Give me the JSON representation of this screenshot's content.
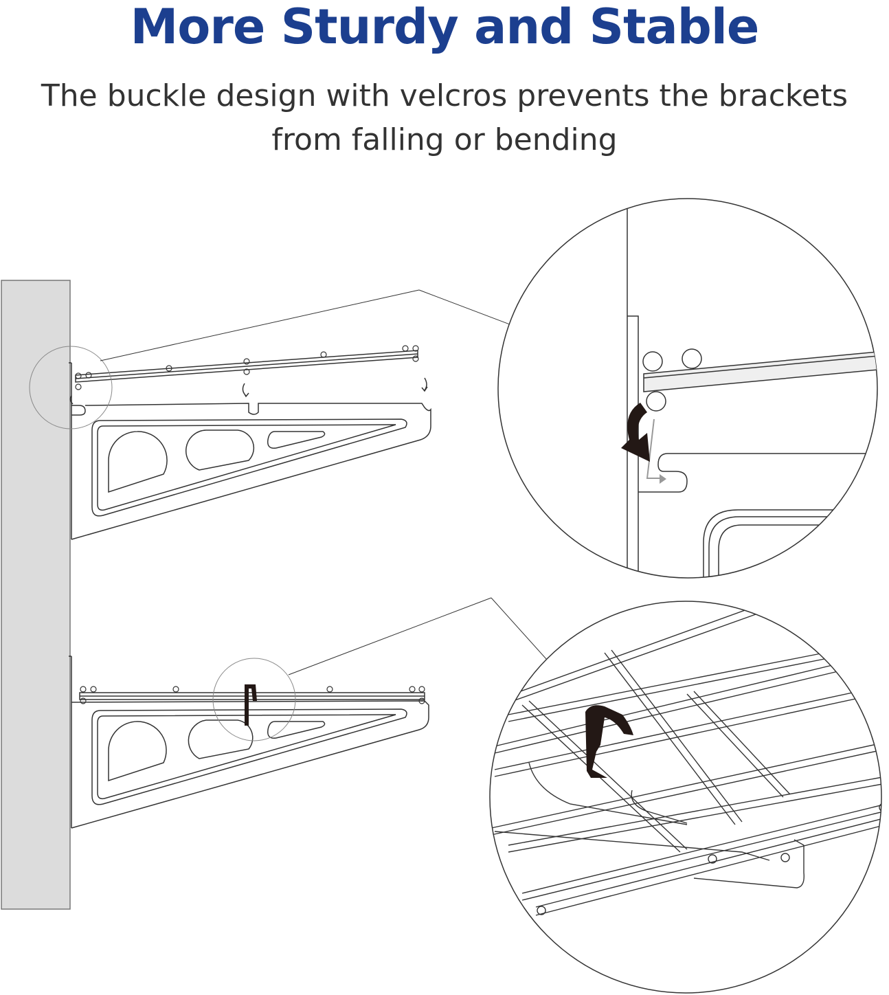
{
  "header": {
    "title": "More Sturdy and Stable",
    "subtitle_line1": "The buckle design with velcros prevents the brackets",
    "subtitle_line2": "from falling or bending"
  },
  "colors": {
    "title": "#1c3f8f",
    "text": "#333333",
    "wall": "#dcdcdc",
    "strap": "#231815"
  }
}
